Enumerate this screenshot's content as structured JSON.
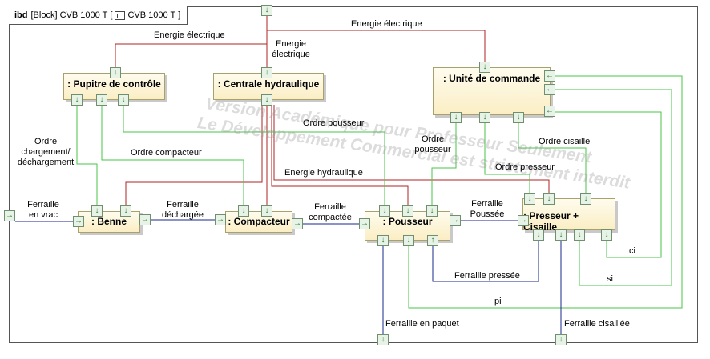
{
  "frame": {
    "kind": "ibd",
    "type": "[Block]",
    "name": "CVB 1000 T",
    "bracket_open": "[",
    "bracket_close": "]",
    "diagram_name": "CVB 1000 T"
  },
  "watermark": {
    "line1": "Version Académique pour Professeur Seulement",
    "line2": "Le Développement Commercial est strictement interdit"
  },
  "parts": {
    "pupitre": ": Pupitre de contrôle",
    "centrale": ": Centrale hydraulique",
    "unite": ": Unité de commande",
    "benne": ": Benne",
    "compacteur": ": Compacteur",
    "pousseur": ": Pousseur",
    "presseur": ": Presseur + Cisaille"
  },
  "labels": {
    "energie_pupitre": "Energie électrique",
    "energie_centrale_1": "Energie",
    "energie_centrale_2": "électrique",
    "energie_unite": "Energie électrique",
    "ordre_charg_1": "Ordre",
    "ordre_charg_2": "chargement/",
    "ordre_charg_3": "déchargement",
    "ordre_compacteur": "Ordre compacteur",
    "ordre_pousseur_top": "Ordre pousseur",
    "ordre_pousseur_1": "Ordre",
    "ordre_pousseur_2": "pousseur",
    "ordre_cisaille": "Ordre cisaille",
    "ordre_presseur": "Ordre presseur",
    "energie_hydraulique": "Energie hydraulique",
    "ferraille_vrac_1": "Ferraille",
    "ferraille_vrac_2": "en vrac",
    "ferraille_dech_1": "Ferraille",
    "ferraille_dech_2": "déchargée",
    "ferraille_comp_1": "Ferraille",
    "ferraille_comp_2": "compactée",
    "ferraille_pous_1": "Ferraille",
    "ferraille_pous_2": "Poussée",
    "ferraille_pressee": "Ferraille pressée",
    "ferraille_paquet": "Ferraille en paquet",
    "ferraille_cisaillee": "Ferraille cisaillée",
    "ci": "ci",
    "si": "si",
    "pi": "pi"
  },
  "colors": {
    "electric": "#b02323",
    "signal": "#49c44a",
    "material": "#1a2a8c"
  }
}
